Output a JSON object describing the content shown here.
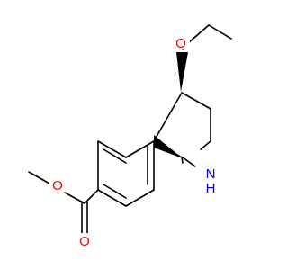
{
  "structure": {
    "colors": {
      "bond": "#000000",
      "oxygen": "#ff0000",
      "nitrogen": "#0000ff",
      "background": "#ffffff"
    },
    "labels": {
      "ether_oxygen": "O",
      "ester_single_oxygen": "O",
      "carbonyl_oxygen": "O",
      "ring_nitrogen": "N",
      "ring_nitrogen_hydrogen": "H"
    }
  }
}
